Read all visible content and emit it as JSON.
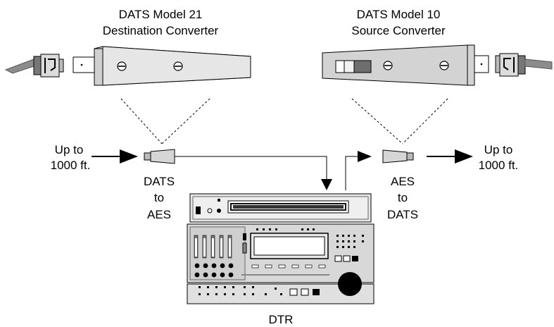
{
  "left_converter": {
    "title_line1": "DATS Model 21",
    "title_line2": "Destination Converter"
  },
  "right_converter": {
    "title_line1": "DATS Model 10",
    "title_line2": "Source Converter"
  },
  "left_distance": {
    "line1": "Up to",
    "line2": "1000 ft."
  },
  "right_distance": {
    "line1": "Up to",
    "line2": "1000 ft."
  },
  "left_adapter": {
    "line1": "DATS",
    "line2": "to",
    "line3": "AES"
  },
  "right_adapter": {
    "line1": "AES",
    "line2": "to",
    "line3": "DATS"
  },
  "recorder": {
    "label": "DTR"
  }
}
